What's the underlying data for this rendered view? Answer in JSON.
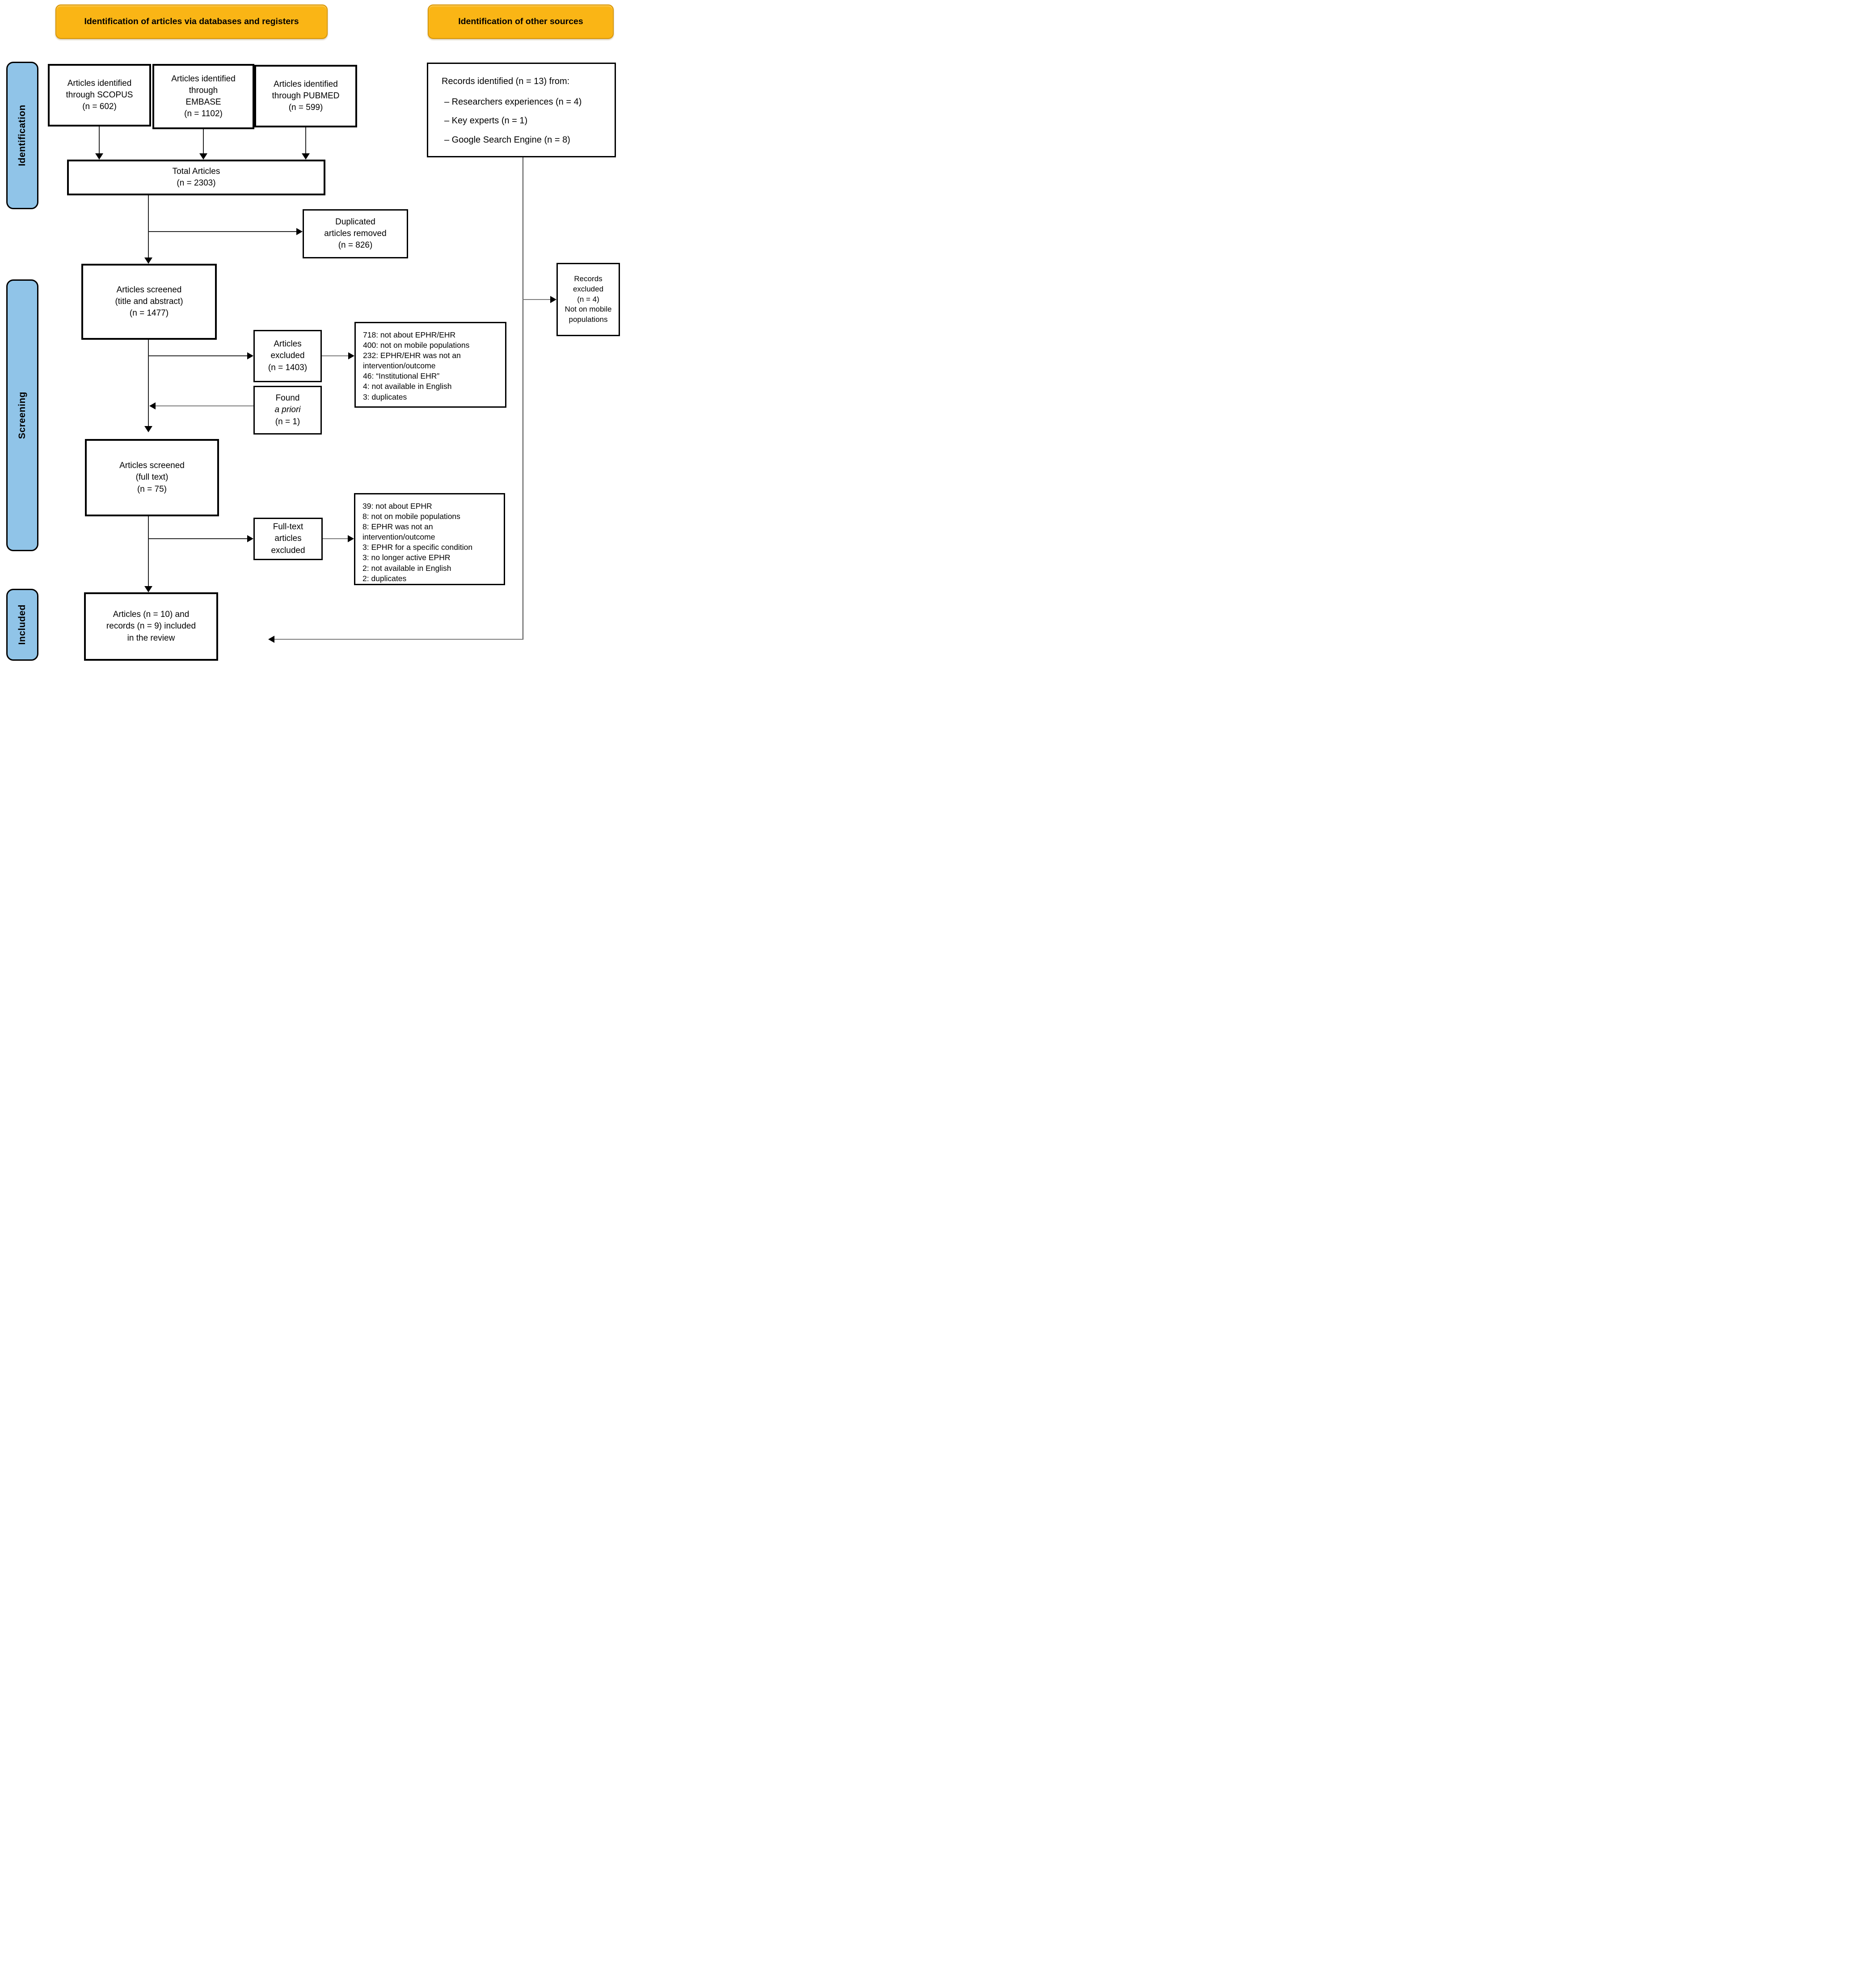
{
  "colors": {
    "header_fill": "#FAB515",
    "sidebar_fill": "#90C4E8"
  },
  "headers": {
    "databases": "Identification of articles via databases and registers",
    "other_sources": "Identification of other sources"
  },
  "sidebar": {
    "identification": "Identification",
    "screening": "Screening",
    "included": "Included"
  },
  "flow": {
    "scopus": [
      "Articles identified",
      "through SCOPUS",
      "(n = 602)"
    ],
    "embase": [
      "Articles identified",
      "through",
      "EMBASE",
      "(n = 1102)"
    ],
    "pubmed": [
      "Articles identified",
      "through PUBMED",
      "(n = 599)"
    ],
    "total": [
      "Total Articles",
      "(n = 2303)"
    ],
    "duplicates_removed": [
      "Duplicated",
      "articles removed",
      "(n = 826)"
    ],
    "screened_title_abstract": [
      "Articles screened",
      "(title and abstract)",
      "(n = 1477)"
    ],
    "articles_excluded": [
      "Articles",
      "excluded",
      "(n = 1403)"
    ],
    "excluded_reasons_title_abstract": [
      "718: not about EPHR/EHR",
      "400: not on mobile populations",
      "232: EPHR/EHR was not an intervention/outcome",
      "46: “Institutional EHR”",
      "4: not available in English",
      "3: duplicates"
    ],
    "found_apriori": {
      "line1": "Found",
      "line2": "a priori",
      "line3": "(n = 1)"
    },
    "screened_full_text": [
      "Articles screened",
      "(full text)",
      "(n = 75)"
    ],
    "full_text_excluded": [
      "Full-text",
      "articles",
      "excluded"
    ],
    "excluded_reasons_full_text": [
      "39: not about EPHR",
      "8: not on mobile populations",
      "8: EPHR was not an intervention/outcome",
      "3: EPHR for a specific condition",
      "3: no longer active EPHR",
      "2: not available in English",
      "2: duplicates"
    ],
    "included": [
      "Articles (n = 10) and",
      "records (n = 9) included",
      "in the review"
    ]
  },
  "other_sources": {
    "records_identified": {
      "title": "Records identified (n = 13) from:",
      "items": [
        "– Researchers experiences (n = 4)",
        "– Key experts (n = 1)",
        "– Google Search Engine (n = 8)"
      ]
    },
    "records_excluded": [
      "Records excluded",
      "(n = 4)",
      "Not on mobile populations"
    ]
  }
}
